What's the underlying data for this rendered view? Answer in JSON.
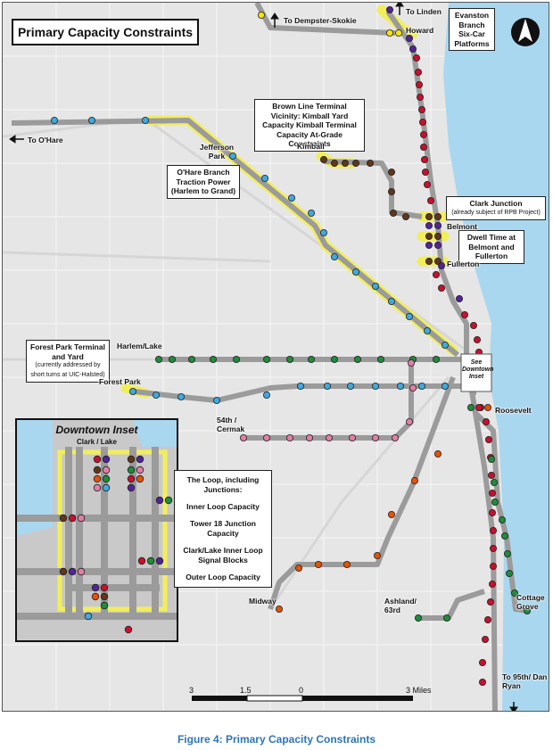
{
  "title": "Primary Capacity Constraints",
  "caption": "Figure 4: Primary Capacity Constraints",
  "notes": {
    "evanston": "Evanston Branch Six-Car Platforms",
    "brown": "Brown Line Terminal Vicinity: Kimball Yard Capacity Kimball Terminal Capacity At-Grade Constraints",
    "ohare": "O'Hare Branch Traction Power (Harlem to Grand)",
    "clark_junction": "Clark Junction",
    "clark_junction_sub": "(already subject of RPB Project)",
    "dwell": "Dwell Time at Belmont and Fullerton",
    "forest_park": "Forest Park Terminal and Yard",
    "forest_park_sub": "(currently addressed by short turns at UIC-Halsted)",
    "see_inset": "See Downtown Inset",
    "loop_title": "The Loop, including Junctions:",
    "loop_items": [
      "Inner Loop Capacity",
      "Tower 18 Junction Capacity",
      "Clark/Lake Inner Loop Signal Blocks",
      "Outer Loop Capacity"
    ]
  },
  "labels": {
    "to_linden": "To Linden",
    "to_dempster": "To Dempster-Skokie",
    "howard": "Howard",
    "to_ohare": "To O'Hare",
    "jefferson_park": "Jefferson Park",
    "kimball": "Kimball",
    "belmont": "Belmont",
    "fullerton": "Fullerton",
    "harlem_lake": "Harlem/Lake",
    "forest_park": "Forest Park",
    "roosevelt": "Roosevelt",
    "cermak": "54th / Cermak",
    "midway": "Midway",
    "ashland": "Ashland/ 63rd",
    "cottage": "Cottage Grove",
    "dan_ryan": "To 95th/ Dan Ryan"
  },
  "inset": {
    "title": "Downtown Inset",
    "subtitle": "Clark / Lake"
  },
  "scale": {
    "ticks": [
      "3",
      "1.5",
      "0",
      "3 Miles"
    ]
  },
  "colors": {
    "red": "#c8102e",
    "blue": "#3fa9dd",
    "green": "#1e8c3a",
    "brown": "#62361b",
    "purple": "#522398",
    "pink": "#e27ea6",
    "orange": "#e35205",
    "yellow": "#f9e300",
    "highlight": "#f2ee5a",
    "lake": "#a9d7f0",
    "land": "#e6e6e6"
  }
}
